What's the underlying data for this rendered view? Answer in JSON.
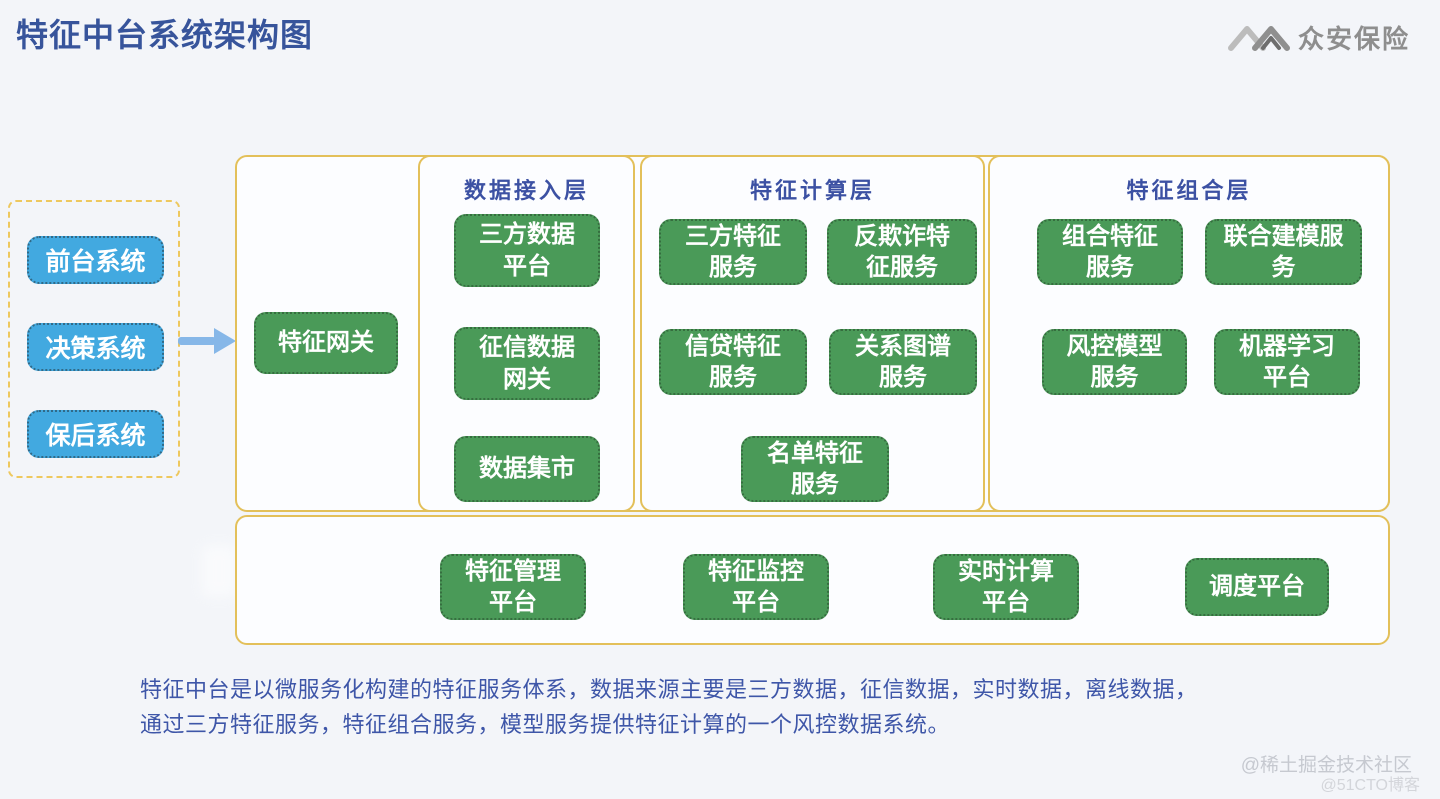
{
  "header": {
    "title": "特征中台系统架构图",
    "logo": "众安保险"
  },
  "source_systems": {
    "items": [
      "前台系统",
      "决策系统",
      "保后系统"
    ]
  },
  "gateway": {
    "label": "特征网关"
  },
  "sections": [
    {
      "title": "数据接入层",
      "boxes": [
        "三方数据\n平台",
        "征信数据\n网关",
        "数据集市"
      ]
    },
    {
      "title": "特征计算层",
      "boxes": [
        "三方特征\n服务",
        "反欺诈特\n征服务",
        "信贷特征\n服务",
        "关系图谱\n服务",
        "名单特征\n服务"
      ]
    },
    {
      "title": "特征组合层",
      "boxes": [
        "组合特征\n服务",
        "联合建模服\n务",
        "风控模型\n服务",
        "机器学习\n平台"
      ]
    }
  ],
  "platform_bar": {
    "boxes": [
      "特征管理\n平台",
      "特征监控\n平台",
      "实时计算\n平台",
      "调度平台"
    ]
  },
  "description": {
    "line1": "特征中台是以微服务化构建的特征服务体系，数据来源主要是三方数据，征信数据，实时数据，离线数据，",
    "line2": "通过三方特征服务，特征组合服务，模型服务提供特征计算的一个风控数据系统。"
  },
  "watermarks": {
    "juejin": "@稀土掘金技术社区",
    "cto": "@51CTO博客"
  },
  "colors": {
    "node_green": "#4a9a58",
    "system_blue": "#42a9e0",
    "border_gold": "#e3c05a",
    "heading_blue": "#3c51a3",
    "title_blue": "#37549b",
    "arrow_blue": "#86b7e8"
  }
}
